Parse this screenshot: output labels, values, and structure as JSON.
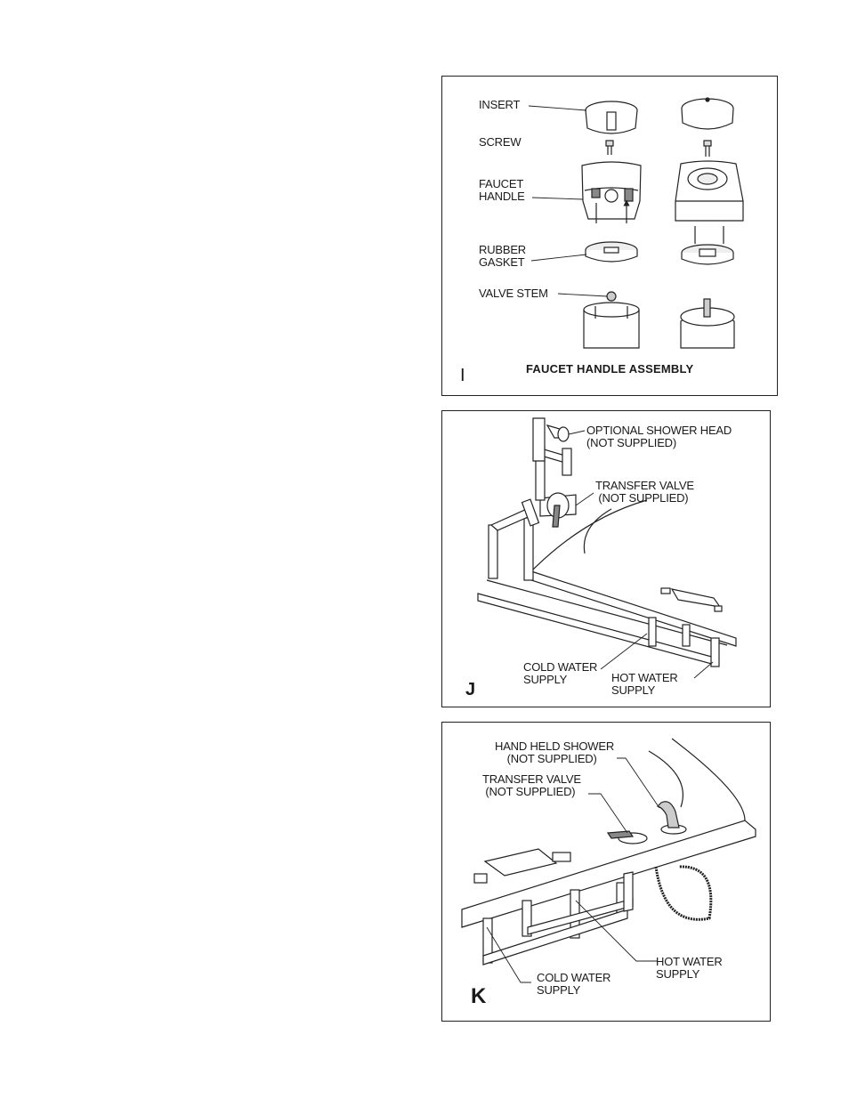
{
  "figure_i": {
    "letter": "I",
    "title": "FAUCET HANDLE ASSEMBLY",
    "labels": {
      "insert": "INSERT",
      "screw": "SCREW",
      "faucet_handle": "FAUCET\nHANDLE",
      "rubber_gasket": "RUBBER\nGASKET",
      "valve_stem": "VALVE STEM"
    }
  },
  "figure_j": {
    "letter": "J",
    "labels": {
      "shower_head": "OPTIONAL SHOWER HEAD\n(NOT SUPPLIED)",
      "transfer_valve": "TRANSFER VALVE\n (NOT SUPPLIED)",
      "cold_water": "COLD WATER\nSUPPLY",
      "hot_water": "HOT WATER\nSUPPLY"
    }
  },
  "figure_k": {
    "letter": "K",
    "labels": {
      "hand_held_shower": "HAND HELD SHOWER\n    (NOT SUPPLIED)",
      "transfer_valve": "TRANSFER VALVE\n (NOT SUPPLIED)",
      "hot_water": "HOT WATER\nSUPPLY",
      "cold_water": "COLD WATER\nSUPPLY"
    }
  }
}
